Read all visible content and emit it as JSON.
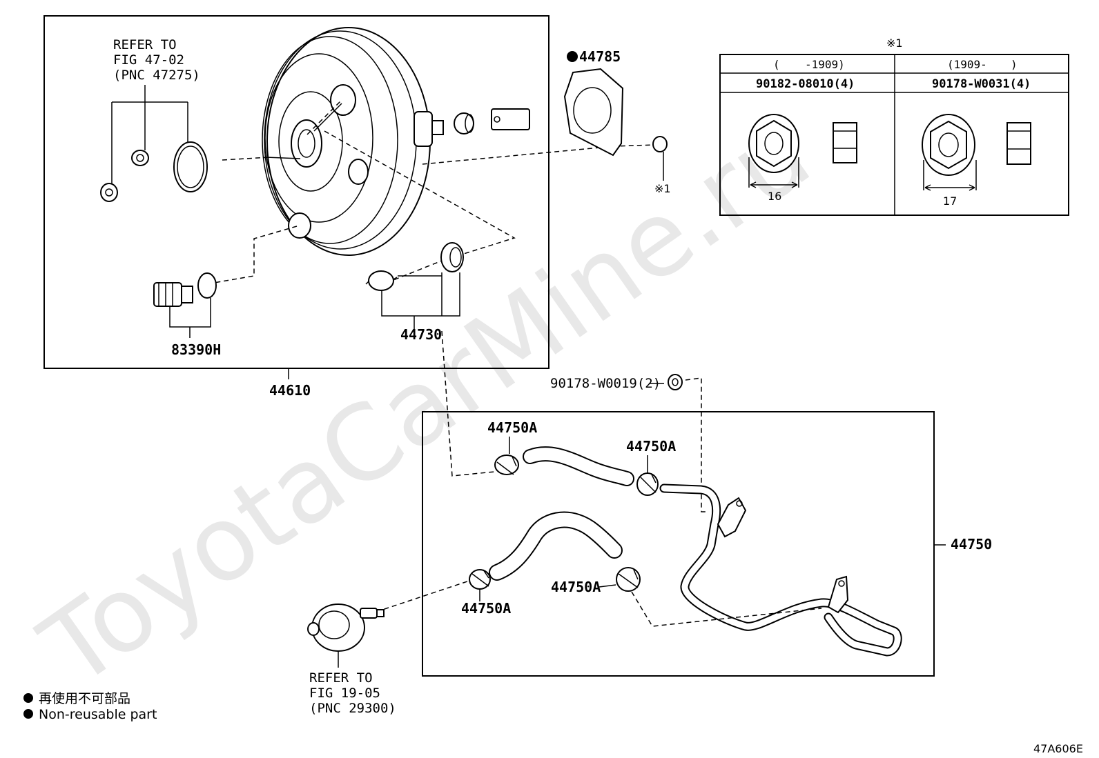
{
  "watermark": "ToyotaCarMine.ru",
  "labels": {
    "refer_booster": [
      "REFER TO",
      "FIG 47-02",
      "(PNC 47275)"
    ],
    "refer_pump": [
      "REFER TO",
      "FIG 19-05",
      "(PNC 29300)"
    ],
    "p44785": "44785",
    "p83390h": "83390H",
    "p44730": "44730",
    "p44610": "44610",
    "p90178w0019": "90178-W0019(2)",
    "p44750a_1": "44750A",
    "p44750a_2": "44750A",
    "p44750a_3": "44750A",
    "p44750a_4": "44750A",
    "p44750": "44750",
    "ref1": "※1"
  },
  "table": {
    "mark": "※1",
    "col1": {
      "range_open": "(",
      "range_val": "-1909)",
      "part": "90182-08010(4)",
      "dim": "16"
    },
    "col2": {
      "range_open": "(1909-",
      "range_val": ")",
      "part": "90178-W0031(4)",
      "dim": "17"
    }
  },
  "legend": [
    {
      "text": "再使用不可部品"
    },
    {
      "text": "Non-reusable part"
    }
  ],
  "figure_code": "47A606E"
}
